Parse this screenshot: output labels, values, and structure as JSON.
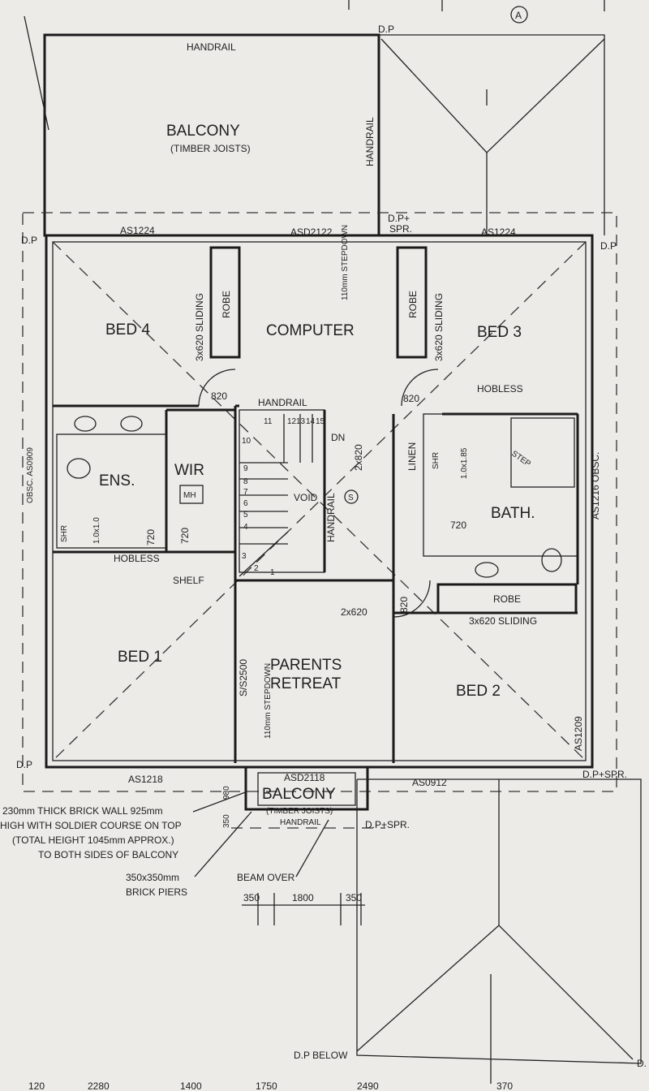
{
  "rooms": {
    "balcony_top": "BALCONY",
    "balcony_top_sub": "(TIMBER JOISTS)",
    "bed4": "BED 4",
    "computer": "COMPUTER",
    "bed3": "BED 3",
    "ens": "ENS.",
    "wir": "WIR",
    "bath": "BATH.",
    "bed1": "BED 1",
    "parents1": "PARENTS",
    "parents2": "RETREAT",
    "bed2": "BED 2",
    "balcony_bottom": "BALCONY",
    "balcony_bottom_sub": "(TIMBER JOISTS)",
    "void": "VOID"
  },
  "labels": {
    "handrail_top": "HANDRAIL",
    "handrail_side": "HANDRAIL",
    "handrail_stair": "HANDRAIL",
    "handrail_void": "HANDRAIL",
    "handrail_bottom": "HANDRAIL",
    "dp_top": "D.P",
    "dp_spr_top": "D.P+",
    "spr": "SPR.",
    "as1224_left": "AS1224",
    "asd2122": "ASD2122",
    "as1224_right": "AS1224",
    "dp_left_top": "D.P",
    "dp_right_top": "D.P",
    "sliding_left": "3x620 SLIDING",
    "robe_left": "ROBE",
    "robe_right": "ROBE",
    "sliding_right": "3x620 SLIDING",
    "stepdown_top": "110mm STEPDOWN",
    "door820_a": "820",
    "door820_b": "820",
    "hobless_top": "HOBLESS",
    "stairs_num": [
      "11",
      "12",
      "13",
      "14",
      "15"
    ],
    "stairs_left": [
      "10",
      "9",
      "8",
      "7",
      "6",
      "5",
      "4",
      "3",
      "2",
      "1"
    ],
    "dn": "DN",
    "door2x820": "2x820",
    "linen": "LINEN",
    "shr_bath": "SHR",
    "shr_bath_size": "1.0x1.85",
    "step": "STEP",
    "obsc_left": "OBSC. AS0909",
    "mh": "MH",
    "shr_ens": "SHR",
    "shr_ens_size": "1.0x1.0",
    "door720_a": "720",
    "door720_b": "720",
    "door720_c": "720",
    "hobless_bottom": "HOBLESS",
    "shelf": "SHELF",
    "as1216": "AS1216 OBSC.",
    "robe_bath": "ROBE",
    "sliding_bath": "3x620 SLIDING",
    "door820_c": "820",
    "door2x620": "2x620",
    "s2500": "S/S2500",
    "stepdown_bottom": "110mm STEPDOWN",
    "as1209": "AS1209",
    "dp_left_bottom": "D.P",
    "as1218": "AS1218",
    "asd2118": "ASD2118",
    "as0912": "AS0912",
    "dp_spr_right": "D.P+SPR.",
    "dp_spr_balc": "D.P+SPR.",
    "dim980": "980",
    "dim350v": "350",
    "note_wall": [
      "230mm THICK BRICK WALL 925mm",
      "HIGH WITH SOLDIER COURSE ON TOP",
      "(TOTAL HEIGHT 1045mm APPROX.)",
      "TO BOTH SIDES OF BALCONY"
    ],
    "piers": [
      "350x350mm",
      "BRICK PIERS"
    ],
    "beam_over": "BEAM OVER",
    "dim350a": "350",
    "dim1800": "1800",
    "dim350b": "350",
    "dp_below": "D.P BELOW",
    "dp_corner": "D.",
    "section_a": "A"
  },
  "bottom_dims": [
    "120",
    "2280",
    "1400",
    "1750",
    "2490",
    "370"
  ]
}
